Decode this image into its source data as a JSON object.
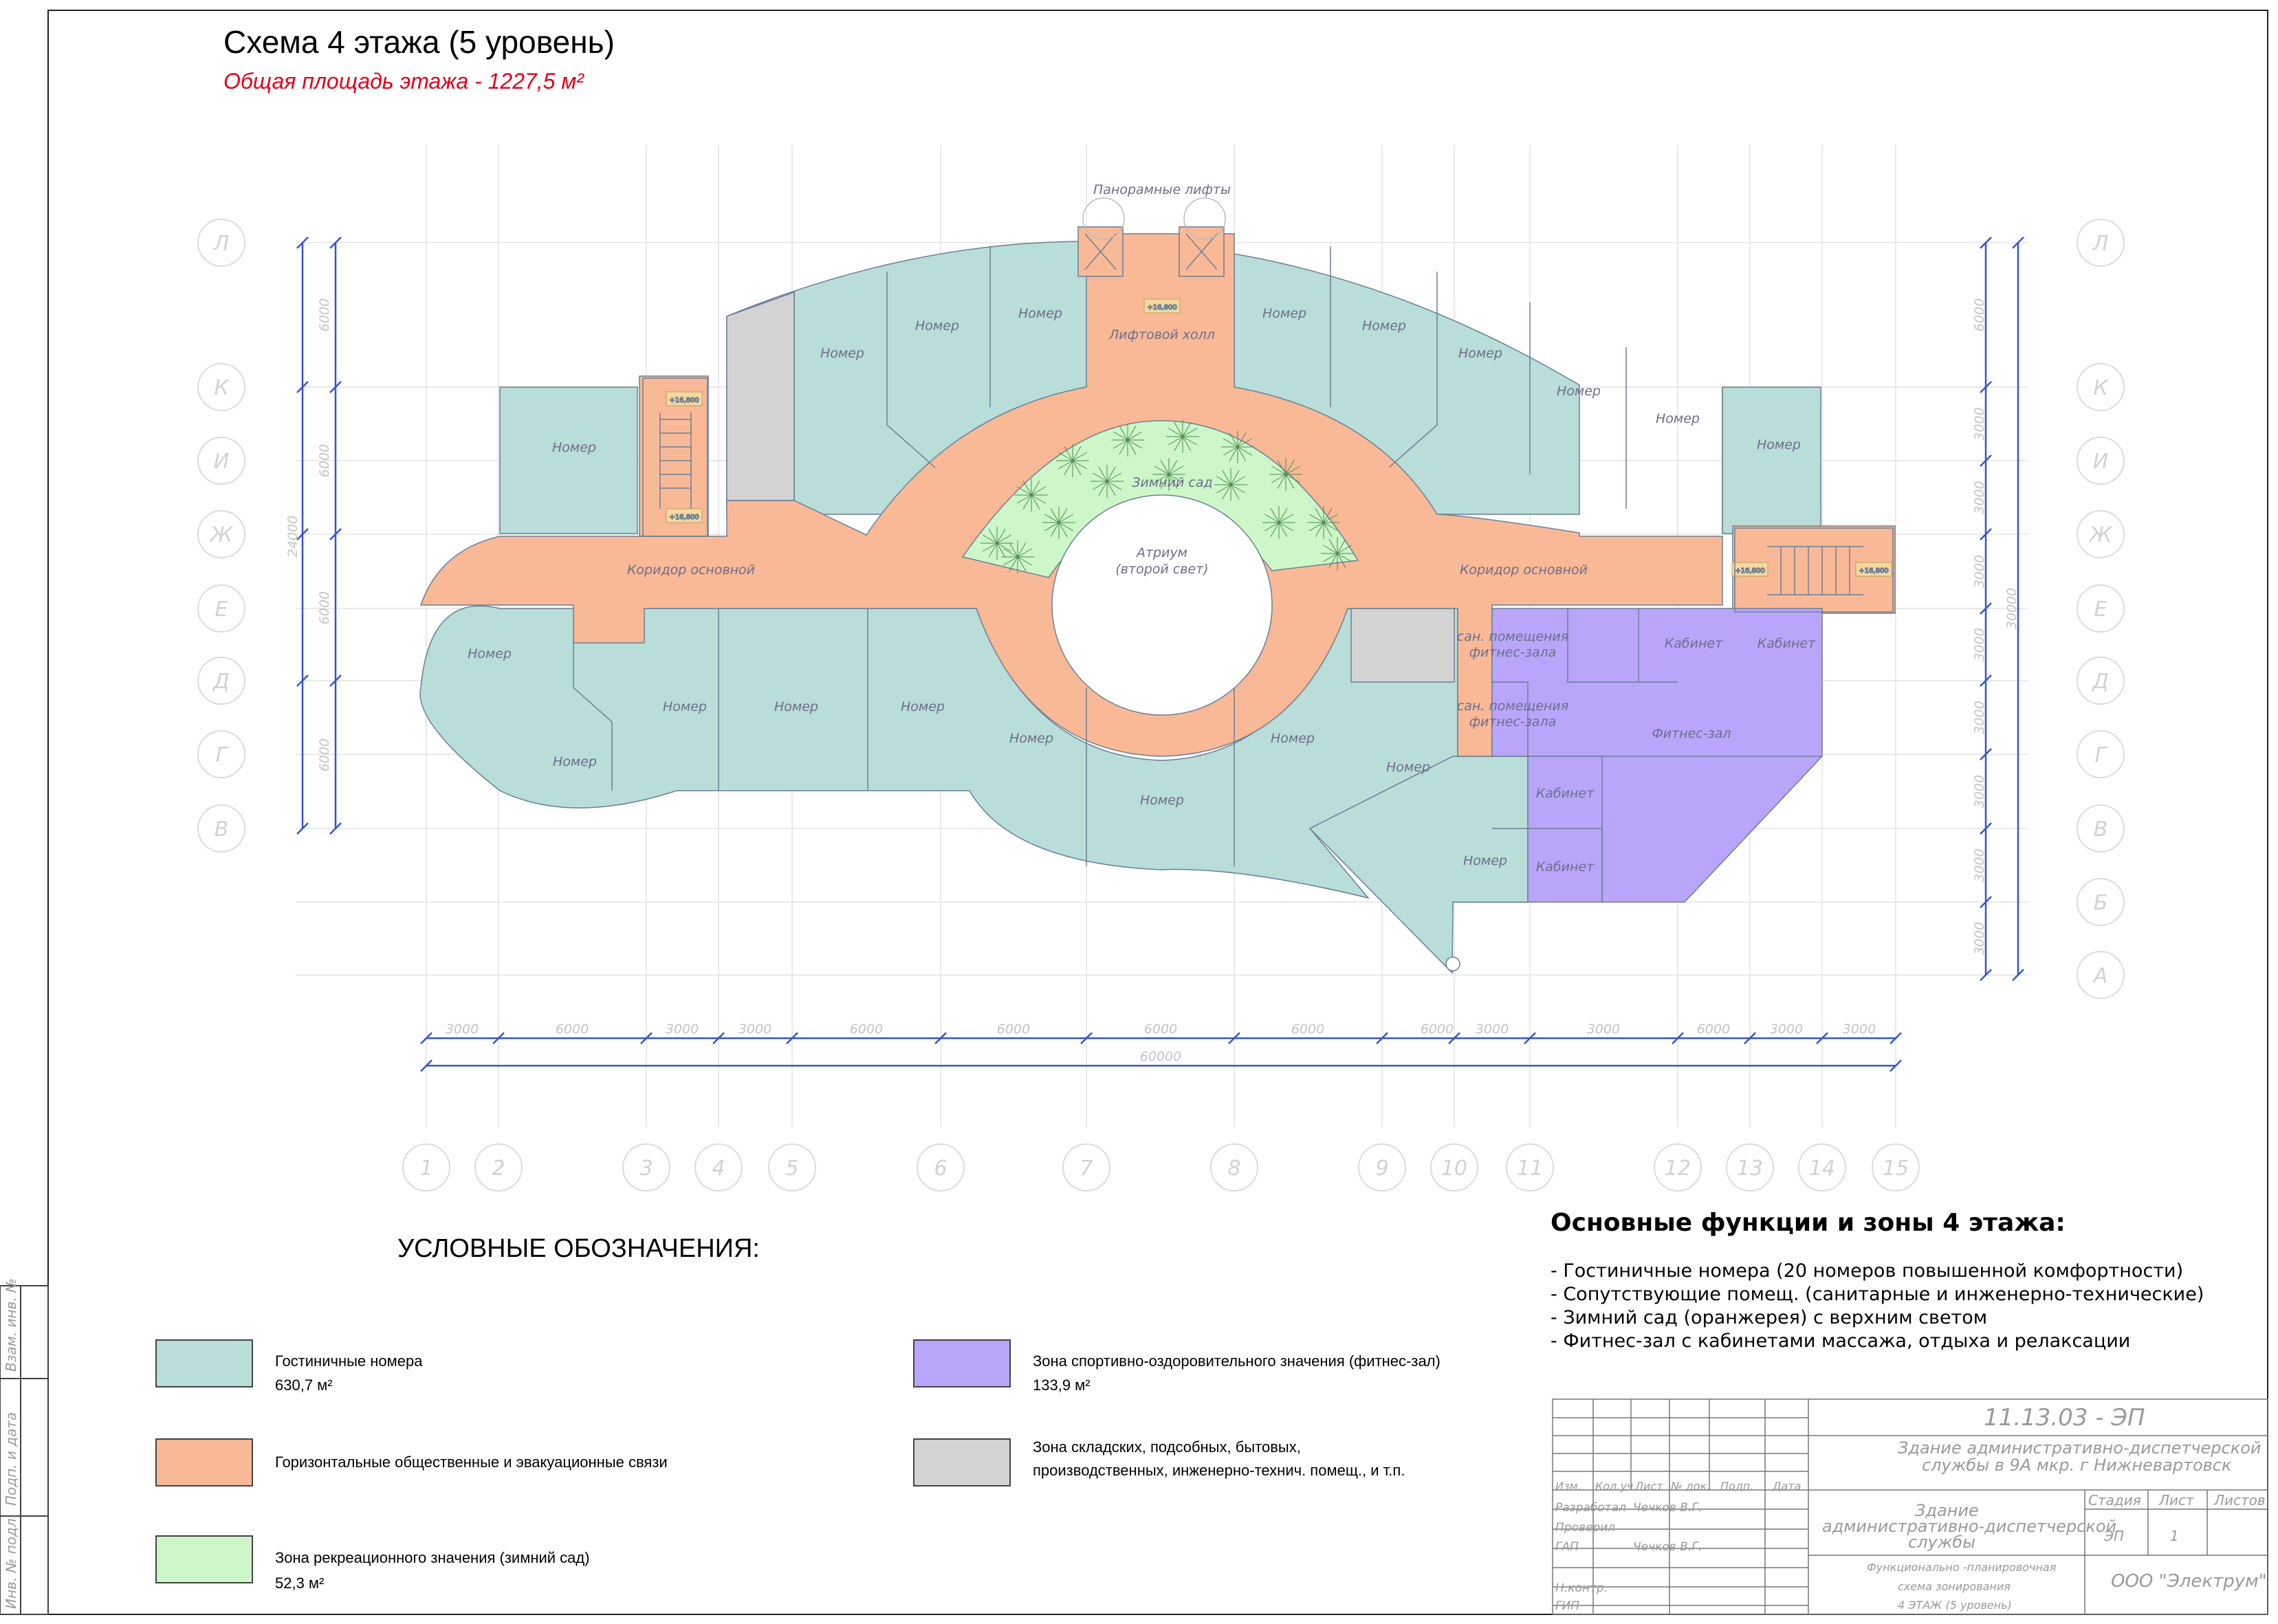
{
  "header": {
    "title": "Схема 4 этажа (5 уровень)",
    "subtitle": "Общая площадь этажа - 1227,5 м²"
  },
  "plan": {
    "labels": {
      "panoramic_lifts": "Панорамные лифты",
      "lift_hall": "Лифтовой холл",
      "winter_garden": "Зимний сад",
      "atrium_1": "Атриум",
      "atrium_2": "(второй свет)",
      "corridor": "Коридор основной",
      "room": "Номер",
      "san_1": "сан. помещения",
      "san_2": "фитнес-зала",
      "cabinet": "Кабинет",
      "fitness": "Фитнес-зал"
    },
    "row_axes": [
      "Л",
      "К",
      "И",
      "Ж",
      "Е",
      "Д",
      "Г",
      "В",
      "Б",
      "А"
    ],
    "col_axes": [
      "1",
      "2",
      "3",
      "4",
      "5",
      "6",
      "7",
      "8",
      "9",
      "10",
      "11",
      "12",
      "13",
      "14",
      "15"
    ],
    "dims_bottom": [
      "3000",
      "6000",
      "3000",
      "3000",
      "6000",
      "6000",
      "6000",
      "6000",
      "6000",
      "3000",
      "3000",
      "6000",
      "3000",
      "3000",
      "3000"
    ],
    "dim_total": "60000",
    "dims_left": [
      "6000",
      "6000",
      "6000",
      "6000"
    ],
    "dim_left_total": "24000",
    "dims_right": [
      "6000",
      "3000",
      "3000",
      "3000",
      "3000",
      "3000",
      "3000",
      "3000",
      "3000"
    ],
    "dim_right_total": "30000",
    "level_mark": "+16,800"
  },
  "legend": {
    "title": "УСЛОВНЫЕ ОБОЗНАЧЕНИЯ:",
    "items": [
      {
        "label": "Гостиничные номера",
        "value": "630,7 м²",
        "color": "#b9ddd8"
      },
      {
        "label": "Горизонтальные общественные и эвакуационные связи",
        "value": "",
        "color": "#f9b996"
      },
      {
        "label": "Зона рекреационного значения (зимний сад)",
        "value": "52,3 м²",
        "color": "#cdf7c8"
      },
      {
        "label": "Зона спортивно-оздоровительного значения (фитнес-зал)",
        "value": "133,9 м²",
        "color": "#b9a5fa"
      },
      {
        "label": "Зона складских, подсобных, бытовых,",
        "value": "производственных, инженерно-технич. помещ., и т.п.",
        "color": "#d3d3d3"
      }
    ]
  },
  "functions": {
    "title": "Основные функции и зоны 4 этажа:",
    "items": [
      "- Гостиничные номера (20 номеров повышенной комфортности)",
      "- Сопутствующие помещ. (санитарные и инженерно-технические)",
      "- Зимний сад (оранжерея) с верхним светом",
      "-  Фитнес-зал с кабинетами массажа, отдыха и релаксации"
    ]
  },
  "stamp": {
    "code": "11.13.03 - ЭП",
    "project_1": "Здание административно-диспетчерской",
    "project_2": "службы в 9А мкр. г Нижневартовск",
    "building_1": "Здание",
    "building_2": "административно-диспетчерской",
    "building_3": "службы",
    "sheet_1": "Функционально -планировочная",
    "sheet_2": "схема зонирования",
    "sheet_3": "4 ЭТАЖ (5 уровень)",
    "org": "ООО \"Электрум\"",
    "cols": [
      "Изм.",
      "Кол.уч",
      "Лист",
      "№ док.",
      "Подп.",
      "Дата"
    ],
    "rows": [
      "Разработал",
      "Проверил",
      "ГАП",
      "",
      "Н.контр.",
      "ГИП"
    ],
    "person_1": "Чечков В.Г.",
    "person_2": "Чечков В.Г.",
    "stage_hdr": "Стадия",
    "sheet_hdr": "Лист",
    "sheets_hdr": "Листов",
    "stage_val": "ЭП",
    "sheet_val": "1"
  },
  "side_stamp": [
    "Взам. инв. №",
    "Подп. и дата",
    "Инв. № подл."
  ]
}
